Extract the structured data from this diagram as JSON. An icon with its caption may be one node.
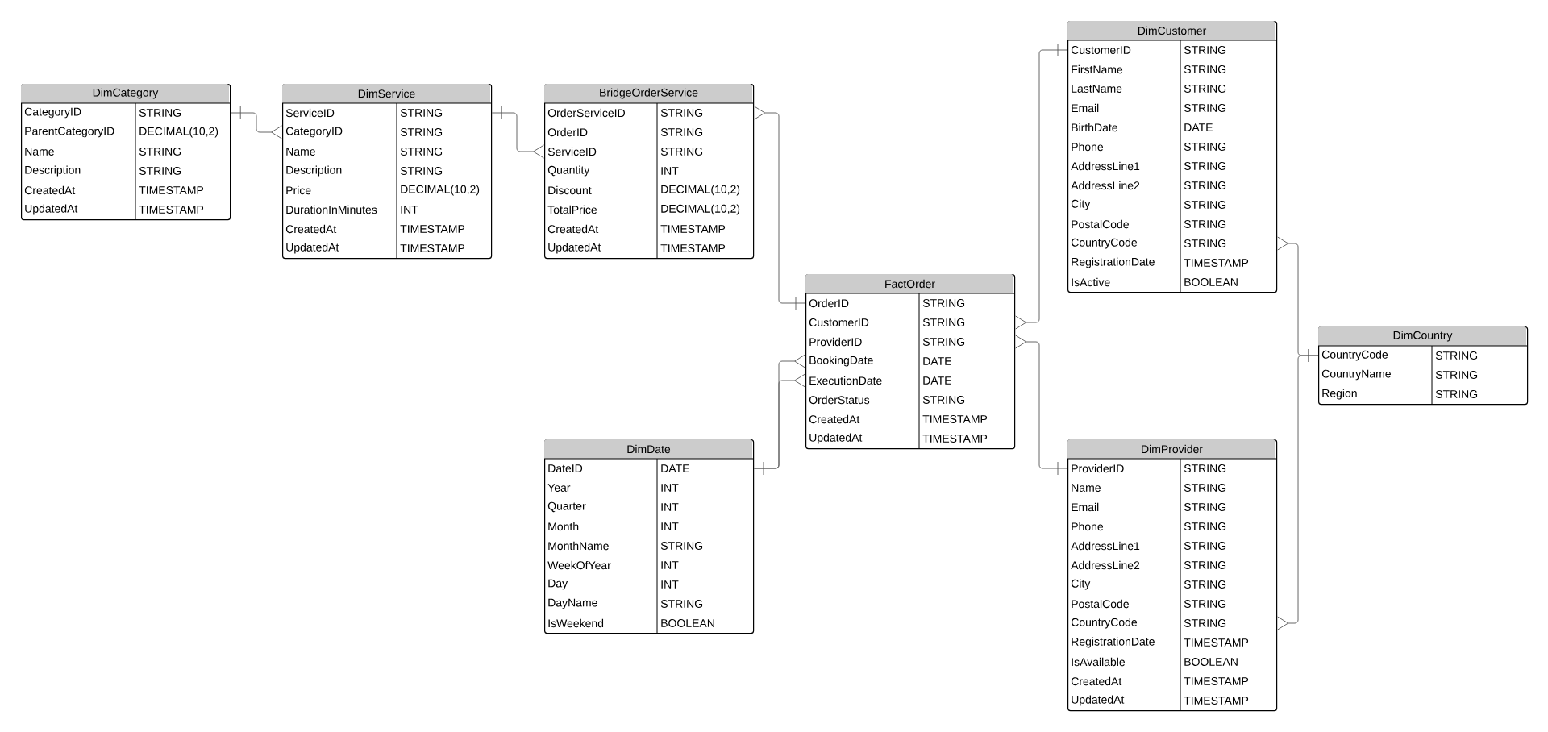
{
  "diagram": {
    "nodes": [
      {
        "text": [
          "DimCategory",
          "CategoryID",
          "STRING",
          "ParentCategoryID",
          "DECIMAL(10,2)",
          "Name",
          "STRING",
          "Description",
          "STRING",
          "CreatedAt",
          "TIMESTAMP",
          "UpdatedAt",
          "TIMESTAMP"
        ]
      },
      {
        "text": [
          "DimService",
          "ServiceID",
          "STRING",
          "CategoryID",
          "STRING",
          "Name",
          "STRING",
          "Description",
          "STRING",
          "Price",
          "DECIMAL(10,2)",
          "DurationInMinutes",
          "INT",
          "CreatedAt",
          "TIMESTAMP",
          "UpdatedAt",
          "TIMESTAMP"
        ]
      },
      {
        "text": [
          "BridgeOrderService",
          "OrderServiceID",
          "STRING",
          "OrderID",
          "STRING",
          "ServiceID",
          "STRING",
          "Quantity",
          "INT",
          "Discount",
          "DECIMAL(10,2)",
          "TotalPrice",
          "DECIMAL(10,2)",
          "CreatedAt",
          "TIMESTAMP",
          "UpdatedAt",
          "TIMESTAMP"
        ]
      },
      {
        "text": [
          "DimCustomer",
          "CustomerID",
          "STRING",
          "FirstName",
          "STRING",
          "LastName",
          "STRING",
          "Email",
          "STRING",
          "BirthDate",
          "DATE",
          "Phone",
          "STRING",
          "AddressLine1",
          "STRING",
          "AddressLine2",
          "STRING",
          "City",
          "STRING",
          "PostalCode",
          "STRING",
          "CountryCode",
          "STRING",
          "RegistrationDate",
          "TIMESTAMP",
          "IsActive",
          "BOOLEAN"
        ]
      },
      {
        "text": [
          "FactOrder",
          "OrderID",
          "STRING",
          "CustomerID",
          "STRING",
          "ProviderID",
          "STRING",
          "BookingDate",
          "DATE",
          "ExecutionDate",
          "DATE",
          "OrderStatus",
          "STRING",
          "CreatedAt",
          "TIMESTAMP",
          "UpdatedAt",
          "TIMESTAMP"
        ]
      },
      {
        "text": [
          "DimCountry",
          "CountryCode",
          "STRING",
          "CountryName",
          "STRING",
          "Region",
          "STRING"
        ]
      },
      {
        "text": [
          "DimDate",
          "DateID",
          "DATE",
          "Year",
          "INT",
          "Quarter",
          "INT",
          "Month",
          "INT",
          "MonthName",
          "STRING",
          "WeekOfYear",
          "INT",
          "Day",
          "INT",
          "DayName",
          "STRING",
          "IsWeekend",
          "BOOLEAN"
        ]
      },
      {
        "text": [
          "DimProvider",
          "ProviderID",
          "STRING",
          "Name",
          "STRING",
          "Email",
          "STRING",
          "Phone",
          "STRING",
          "AddressLine1",
          "STRING",
          "AddressLine2",
          "STRING",
          "City",
          "STRING",
          "PostalCode",
          "STRING",
          "CountryCode",
          "STRING",
          "RegistrationDate",
          "TIMESTAMP",
          "IsAvailable",
          "BOOLEAN",
          "CreatedAt",
          "TIMESTAMP",
          "UpdatedAt",
          "TIMESTAMP"
        ]
      }
    ],
    "edges": [
      {
        "from": 0,
        "to": 1,
        "arrow": "other"
      },
      {
        "from": 1,
        "to": 2,
        "arrow": "other"
      },
      {
        "from": 4,
        "to": 2,
        "arrow": "other"
      },
      {
        "from": 3,
        "to": 4,
        "arrow": "other"
      },
      {
        "from": 7,
        "to": 4,
        "arrow": "other"
      },
      {
        "from": 6,
        "to": 4,
        "arrow": "other"
      },
      {
        "from": 6,
        "to": 4,
        "arrow": "other"
      },
      {
        "from": 5,
        "to": 3,
        "arrow": "other"
      },
      {
        "from": 5,
        "to": 7,
        "arrow": "other"
      }
    ]
  }
}
